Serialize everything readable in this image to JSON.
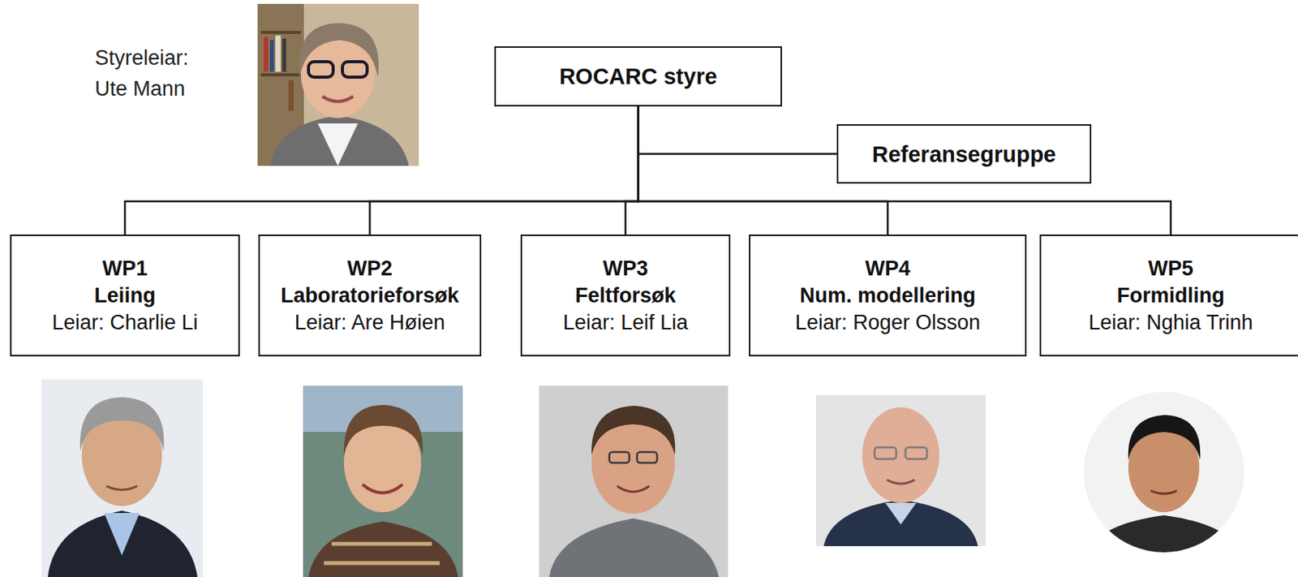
{
  "diagram": {
    "nodes": [
      {
        "text": [
          "ROCARC styre"
        ]
      },
      {
        "text": [
          "Referansegruppe"
        ]
      },
      {
        "text": [
          "WP1",
          "Leiing",
          "Leiar: Charlie Li"
        ]
      },
      {
        "text": [
          "WP2",
          "Laboratorieforsøk",
          "Leiar: Are Høien"
        ]
      },
      {
        "text": [
          "WP3",
          "Feltforsøk",
          "Leiar: Leif Lia"
        ]
      },
      {
        "text": [
          "WP4",
          "Num. modellering",
          "Leiar: Roger Olsson"
        ]
      },
      {
        "text": [
          "WP5",
          "Formidling",
          "Leiar: Nghia Trinh"
        ]
      }
    ],
    "edges": [
      {
        "from": 0,
        "to": 1,
        "arrow": "none"
      },
      {
        "from": 0,
        "to": 2,
        "arrow": "none"
      },
      {
        "from": 0,
        "to": 3,
        "arrow": "none"
      },
      {
        "from": 0,
        "to": 4,
        "arrow": "none"
      },
      {
        "from": 0,
        "to": 5,
        "arrow": "none"
      },
      {
        "from": 0,
        "to": 6,
        "arrow": "none"
      }
    ],
    "labels": [
      "Styreleiar: Ute Mann"
    ]
  }
}
